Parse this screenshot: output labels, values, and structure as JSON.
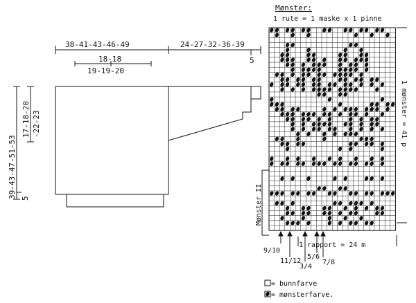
{
  "pattern_title": "Mønster:",
  "grid_note": "1 rute = 1 maske x 1 pinne",
  "pattern_height_label": "1 mønster = 41 p",
  "pattern_ii_label": "Mønster II",
  "repeat_label": "1 rapport = 24 m",
  "legend": {
    "background_label": "= bunnfarve",
    "pattern_label": "= mønsterfarve."
  },
  "colors": {
    "ink": "#111111",
    "paper": "#ffffff"
  },
  "measurements": {
    "body_width": "38-41-43-46-49",
    "sleeve_length": "24-27-32-36-39",
    "sleeve_cuff": "5",
    "neck_top": "18-18",
    "neck_bottom": "19-19-20",
    "total_length": "39-43-47-51-53",
    "armhole_top": "17-18-20",
    "armhole_bottom": "-22-23",
    "rib_height": "5"
  },
  "size_markers": [
    "9/10",
    "11/12",
    "3/4",
    "5/6",
    "7/8"
  ]
}
